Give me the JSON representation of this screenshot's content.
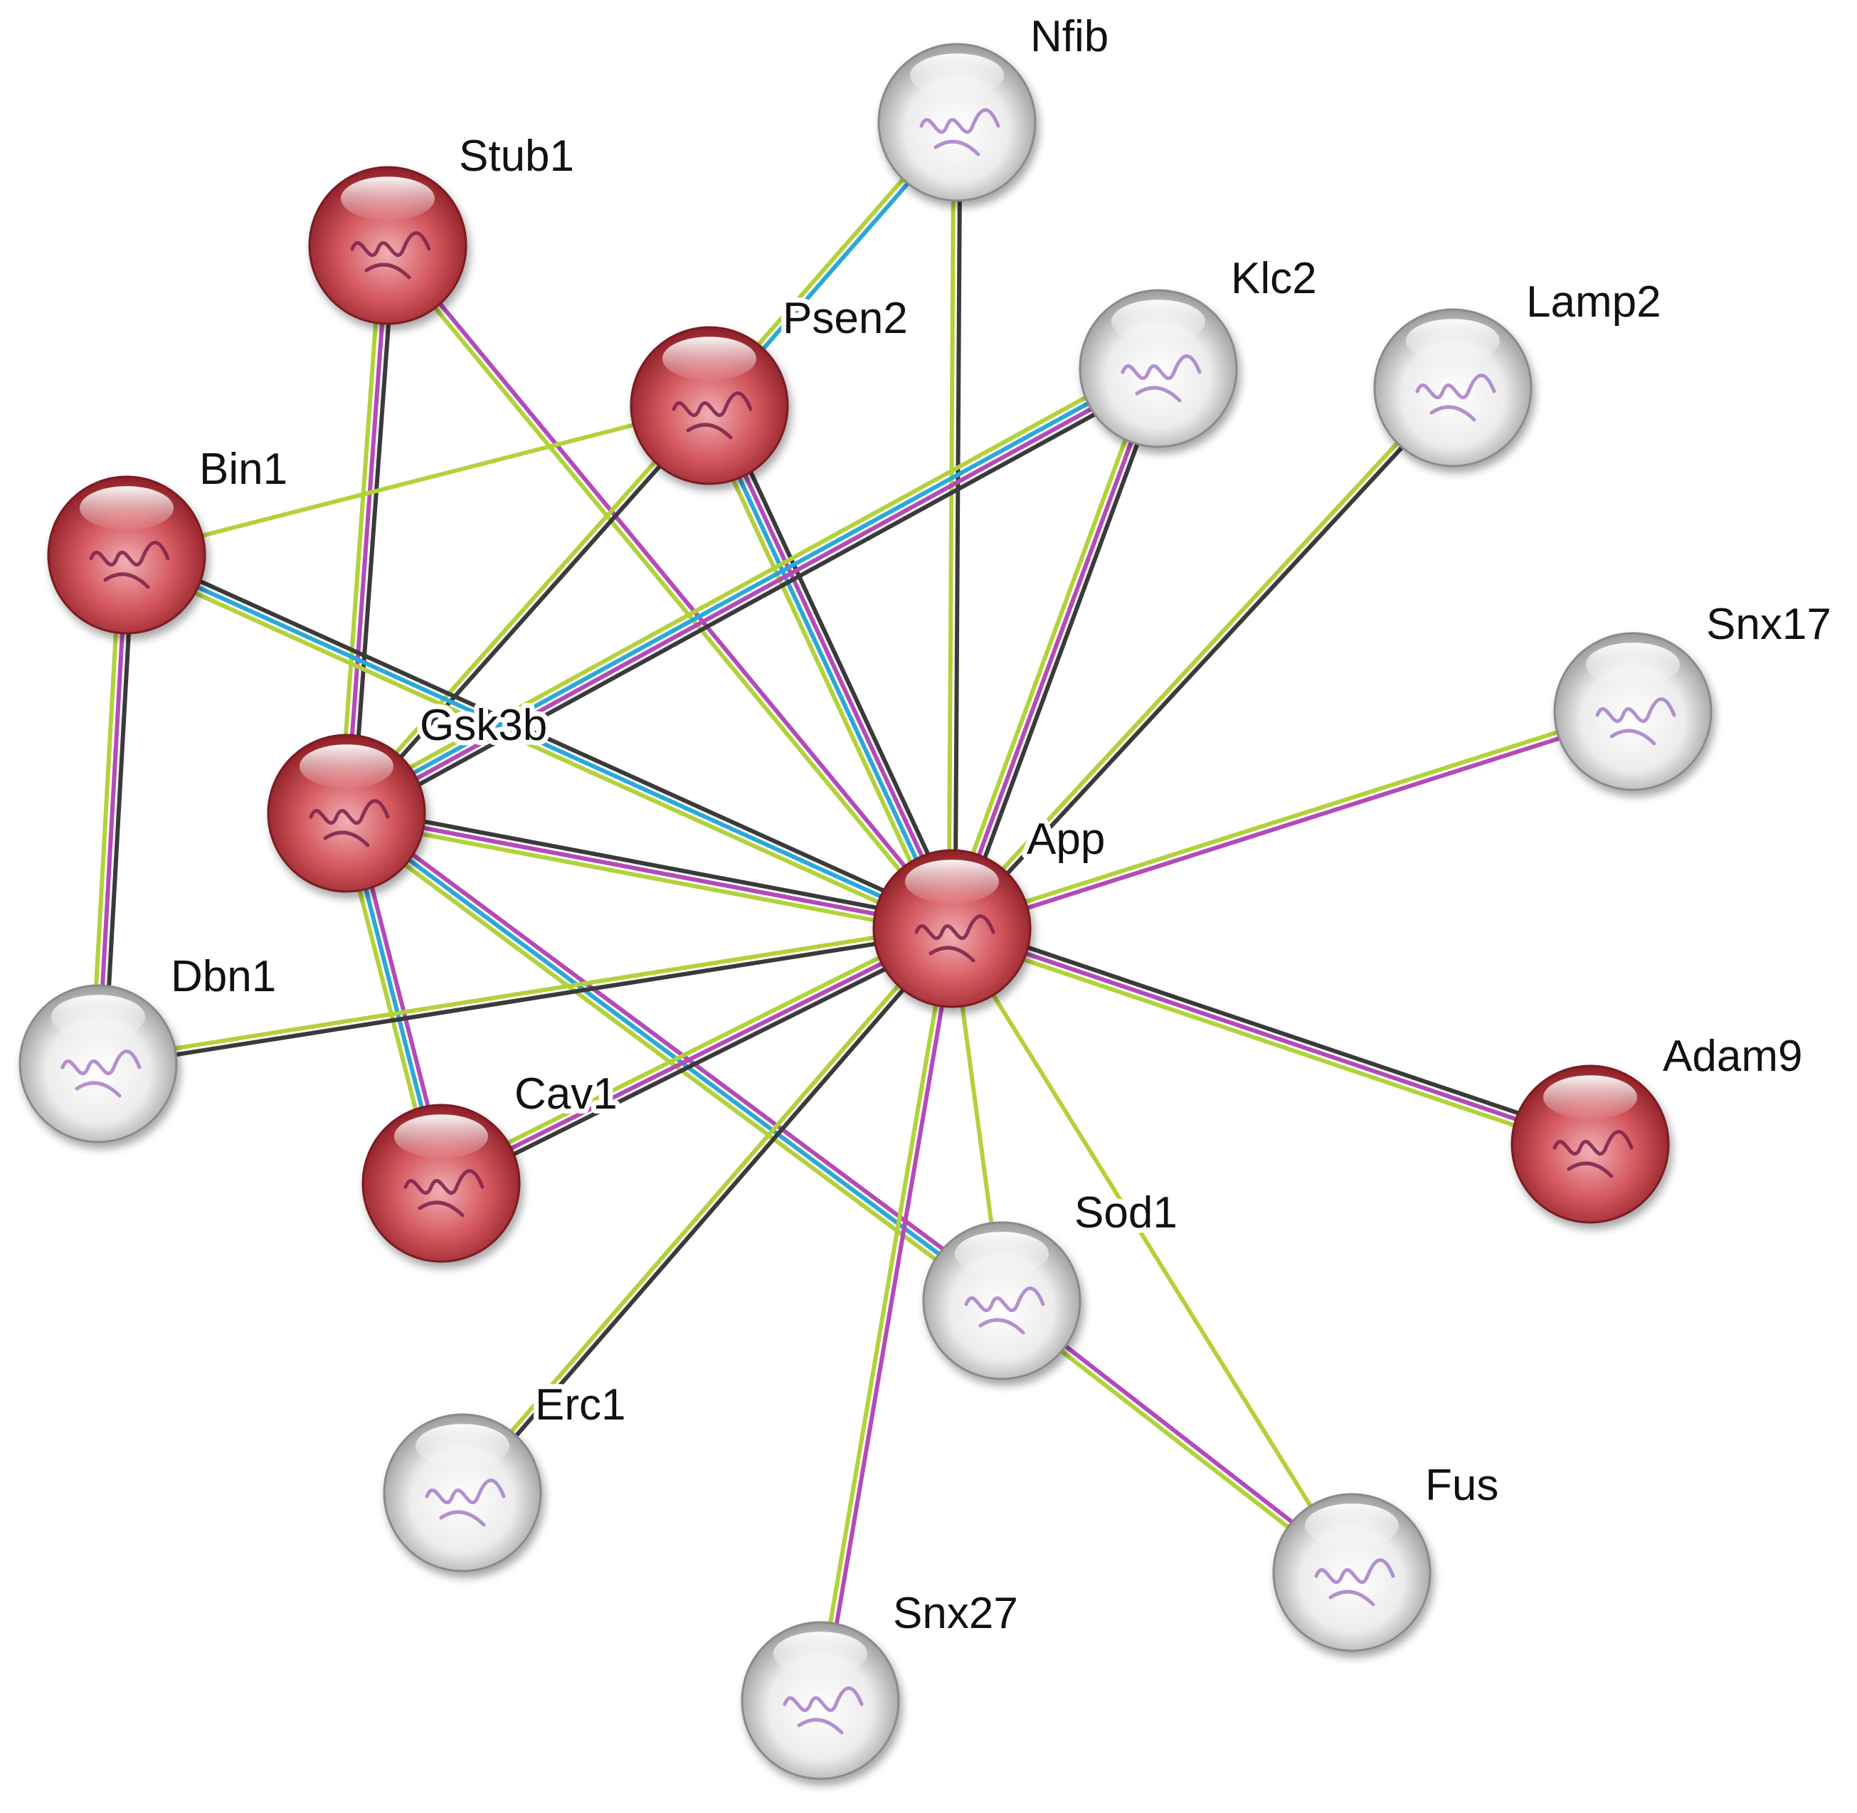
{
  "network": {
    "colors": {
      "red_node": "#c8404a",
      "gray_node": "#d9d9d9",
      "edge_black": "#3a3a3a",
      "edge_magenta": "#b44ab8",
      "edge_cyan": "#2ba8d8",
      "edge_lime": "#b2d23a"
    },
    "nodes": [
      {
        "id": "Nfib",
        "label": "Nfib",
        "color": "gray",
        "structure_icon": "protein-structure-icon"
      },
      {
        "id": "Stub1",
        "label": "Stub1",
        "color": "red",
        "structure_icon": "protein-structure-icon"
      },
      {
        "id": "Psen2",
        "label": "Psen2",
        "color": "red",
        "structure_icon": "protein-structure-icon"
      },
      {
        "id": "Klc2",
        "label": "Klc2",
        "color": "gray",
        "structure_icon": "protein-structure-icon"
      },
      {
        "id": "Lamp2",
        "label": "Lamp2",
        "color": "gray",
        "structure_icon": "protein-structure-icon"
      },
      {
        "id": "Bin1",
        "label": "Bin1",
        "color": "red",
        "structure_icon": "protein-structure-icon"
      },
      {
        "id": "Snx17",
        "label": "Snx17",
        "color": "gray",
        "structure_icon": "protein-structure-icon"
      },
      {
        "id": "Gsk3b",
        "label": "Gsk3b",
        "color": "red",
        "structure_icon": "protein-structure-icon"
      },
      {
        "id": "App",
        "label": "App",
        "color": "red",
        "structure_icon": "protein-structure-icon"
      },
      {
        "id": "Dbn1",
        "label": "Dbn1",
        "color": "gray",
        "structure_icon": "protein-structure-icon"
      },
      {
        "id": "Adam9",
        "label": "Adam9",
        "color": "red",
        "structure_icon": "protein-structure-icon"
      },
      {
        "id": "Cav1",
        "label": "Cav1",
        "color": "red",
        "structure_icon": "protein-structure-icon"
      },
      {
        "id": "Sod1",
        "label": "Sod1",
        "color": "gray",
        "structure_icon": "protein-structure-icon"
      },
      {
        "id": "Erc1",
        "label": "Erc1",
        "color": "gray",
        "structure_icon": "protein-structure-icon"
      },
      {
        "id": "Fus",
        "label": "Fus",
        "color": "gray",
        "structure_icon": "protein-structure-icon"
      },
      {
        "id": "Snx27",
        "label": "Snx27",
        "color": "gray",
        "structure_icon": "protein-structure-icon"
      }
    ],
    "edges": [
      {
        "from": "Nfib",
        "to": "Psen2",
        "types": [
          "cyan",
          "lime"
        ]
      },
      {
        "from": "Nfib",
        "to": "App",
        "types": [
          "black",
          "lime"
        ]
      },
      {
        "from": "Stub1",
        "to": "Gsk3b",
        "types": [
          "black",
          "magenta",
          "lime"
        ]
      },
      {
        "from": "Stub1",
        "to": "App",
        "types": [
          "magenta",
          "lime"
        ]
      },
      {
        "from": "Psen2",
        "to": "Bin1",
        "types": [
          "lime"
        ]
      },
      {
        "from": "Psen2",
        "to": "Gsk3b",
        "types": [
          "black",
          "lime"
        ]
      },
      {
        "from": "Psen2",
        "to": "App",
        "types": [
          "black",
          "magenta",
          "cyan",
          "lime"
        ]
      },
      {
        "from": "Klc2",
        "to": "Gsk3b",
        "types": [
          "black",
          "magenta",
          "cyan",
          "lime"
        ]
      },
      {
        "from": "Klc2",
        "to": "App",
        "types": [
          "black",
          "magenta",
          "lime"
        ]
      },
      {
        "from": "Lamp2",
        "to": "App",
        "types": [
          "black",
          "lime"
        ]
      },
      {
        "from": "Bin1",
        "to": "App",
        "types": [
          "black",
          "cyan",
          "lime"
        ]
      },
      {
        "from": "Bin1",
        "to": "Dbn1",
        "types": [
          "black",
          "magenta",
          "lime"
        ]
      },
      {
        "from": "Snx17",
        "to": "App",
        "types": [
          "magenta",
          "lime"
        ]
      },
      {
        "from": "Gsk3b",
        "to": "App",
        "types": [
          "black",
          "magenta",
          "lime"
        ]
      },
      {
        "from": "Gsk3b",
        "to": "Cav1",
        "types": [
          "magenta",
          "cyan",
          "lime"
        ]
      },
      {
        "from": "Gsk3b",
        "to": "Sod1",
        "types": [
          "magenta",
          "cyan",
          "lime"
        ]
      },
      {
        "from": "App",
        "to": "Dbn1",
        "types": [
          "black",
          "lime"
        ]
      },
      {
        "from": "App",
        "to": "Cav1",
        "types": [
          "black",
          "magenta",
          "lime"
        ]
      },
      {
        "from": "App",
        "to": "Adam9",
        "types": [
          "black",
          "magenta",
          "lime"
        ]
      },
      {
        "from": "App",
        "to": "Erc1",
        "types": [
          "black",
          "lime"
        ]
      },
      {
        "from": "App",
        "to": "Snx27",
        "types": [
          "magenta",
          "lime"
        ]
      },
      {
        "from": "App",
        "to": "Sod1",
        "types": [
          "lime"
        ]
      },
      {
        "from": "App",
        "to": "Fus",
        "types": [
          "lime"
        ]
      },
      {
        "from": "Sod1",
        "to": "Fus",
        "types": [
          "magenta",
          "lime"
        ]
      }
    ]
  }
}
